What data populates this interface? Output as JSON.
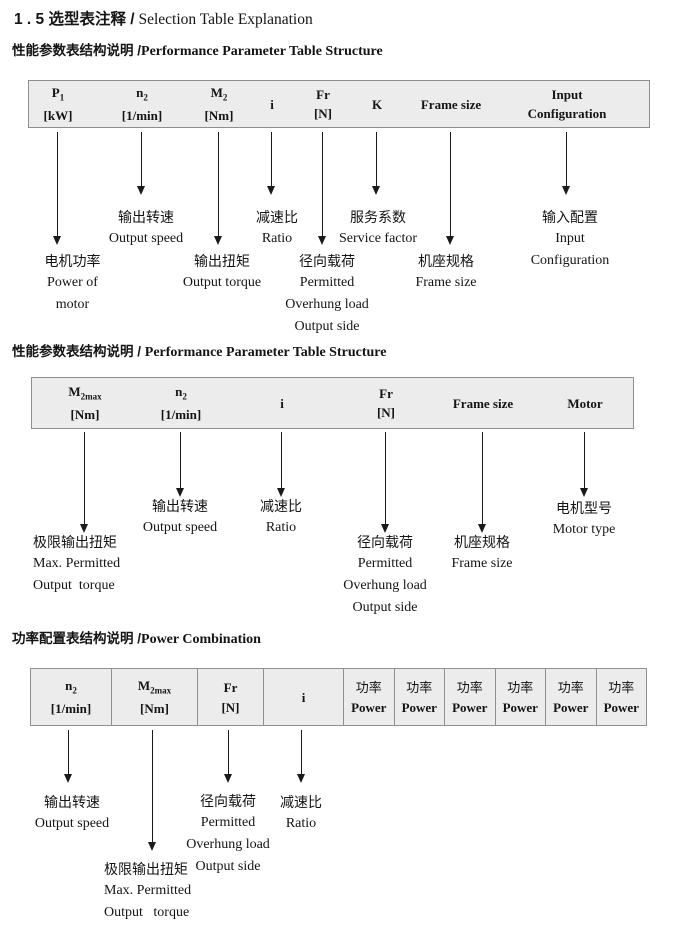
{
  "title": {
    "zh": "1 . 5 选型表注释 /",
    "en": " Selection Table Explanation"
  },
  "s1": {
    "heading": {
      "zh": "性能参数表结构说明 /",
      "en": "Performance Parameter Table Structure"
    },
    "cols": [
      {
        "sym": "P",
        "sub": "1",
        "unit": "[kW]"
      },
      {
        "sym": "n",
        "sub": "2",
        "unit": "[1/min]"
      },
      {
        "sym": "M",
        "sub": "2",
        "unit": "[Nm]"
      },
      {
        "sym": "i"
      },
      {
        "sym": "Fr",
        "unit": "[N]"
      },
      {
        "sym": "K"
      },
      {
        "sym": "Frame size"
      },
      {
        "sym": "Input",
        "unit": "Configuration"
      }
    ],
    "callouts": [
      {
        "lines": [
          "电机功率",
          "Power of",
          "motor"
        ]
      },
      {
        "lines": [
          "输出转速",
          "Output speed"
        ]
      },
      {
        "lines": [
          "输出扭矩",
          "Output torque"
        ]
      },
      {
        "lines": [
          "减速比",
          "Ratio"
        ]
      },
      {
        "lines": [
          "径向载荷",
          "Permitted",
          "Overhung load",
          "Output side"
        ]
      },
      {
        "lines": [
          "服务系数",
          "Service factor"
        ]
      },
      {
        "lines": [
          "机座规格",
          "Frame size"
        ]
      },
      {
        "lines": [
          "输入配置",
          "Input",
          "Configuration"
        ]
      }
    ]
  },
  "s2": {
    "heading": {
      "zh": "性能参数表结构说明 /",
      "en": "Performance Parameter Table Structure"
    },
    "cols": [
      {
        "sym": "M",
        "sub": "2max",
        "unit": "[Nm]"
      },
      {
        "sym": "n",
        "sub": "2",
        "unit": "[1/min]"
      },
      {
        "sym": "i"
      },
      {
        "sym": "Fr",
        "unit": "[N]"
      },
      {
        "sym": "Frame size"
      },
      {
        "sym": "Motor"
      }
    ],
    "callouts": [
      {
        "lines": [
          "极限输出扭矩",
          "Max. Permitted",
          "Output  torque"
        ]
      },
      {
        "lines": [
          "输出转速",
          "Output speed"
        ]
      },
      {
        "lines": [
          "减速比",
          "Ratio"
        ]
      },
      {
        "lines": [
          "径向载荷",
          "Permitted",
          "Overhung load",
          "Output side"
        ]
      },
      {
        "lines": [
          "机座规格",
          "Frame size"
        ]
      },
      {
        "lines": [
          "电机型号",
          "Motor type"
        ]
      }
    ]
  },
  "s3": {
    "heading": {
      "zh": "功率配置表结构说明 /",
      "en": "Power Combination"
    },
    "cols": [
      {
        "sym": "n",
        "sub": "2",
        "unit": "[1/min]"
      },
      {
        "sym": "M",
        "sub": "2max",
        "unit": "[Nm]"
      },
      {
        "sym": "Fr",
        "unit": "[N]"
      },
      {
        "sym": "i"
      }
    ],
    "power_cols": [
      {
        "zh": "功率",
        "en": "Power"
      },
      {
        "zh": "功率",
        "en": "Power"
      },
      {
        "zh": "功率",
        "en": "Power"
      },
      {
        "zh": "功率",
        "en": "Power"
      },
      {
        "zh": "功率",
        "en": "Power"
      },
      {
        "zh": "功率",
        "en": "Power"
      }
    ],
    "callouts": [
      {
        "lines": [
          "输出转速",
          "Output speed"
        ]
      },
      {
        "lines": [
          "极限输出扭矩",
          "Max. Permitted",
          "Output   torque"
        ]
      },
      {
        "lines": [
          "径向载荷",
          "Permitted",
          "Overhung load",
          "Output side"
        ]
      },
      {
        "lines": [
          "减速比",
          "Ratio"
        ]
      }
    ]
  }
}
